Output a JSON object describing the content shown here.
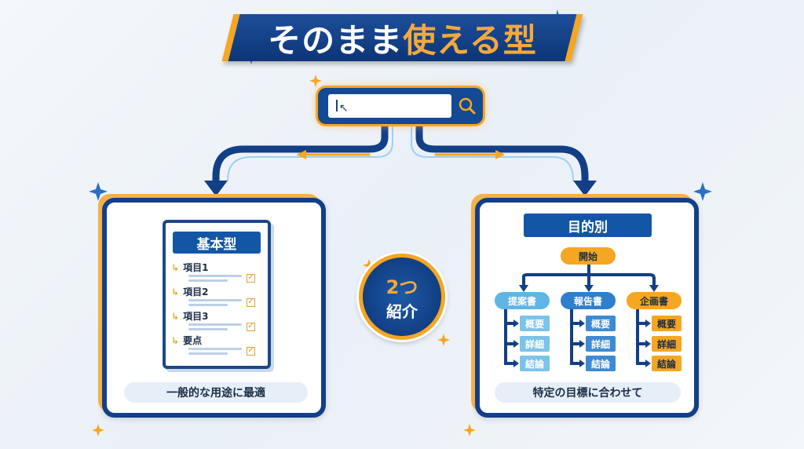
{
  "title": {
    "part1": "そのまま",
    "part2": "使える型"
  },
  "search": {
    "cursor_glyph": "I",
    "icon": "search-icon"
  },
  "center_badge": {
    "number": "2つ",
    "label": "紹介"
  },
  "left_panel": {
    "doc_title": "基本型",
    "items": [
      "項目1",
      "項目2",
      "項目3",
      "要点"
    ],
    "caption": "一般的な用途に最適"
  },
  "right_panel": {
    "title": "目的別",
    "start": "開始",
    "categories": [
      {
        "label": "提案書",
        "subs": [
          "概要",
          "詳細",
          "結論"
        ],
        "color": "#5fb5e6"
      },
      {
        "label": "報告書",
        "subs": [
          "概要",
          "詳細",
          "結論"
        ],
        "color": "#2f7fcc"
      },
      {
        "label": "企画書",
        "subs": [
          "概要",
          "詳細",
          "結論"
        ],
        "color": "#f5a623"
      }
    ],
    "caption": "特定の目標に合わせて"
  },
  "colors": {
    "navy": "#123f86",
    "orange": "#f5a623",
    "light": "#e6eef8"
  }
}
